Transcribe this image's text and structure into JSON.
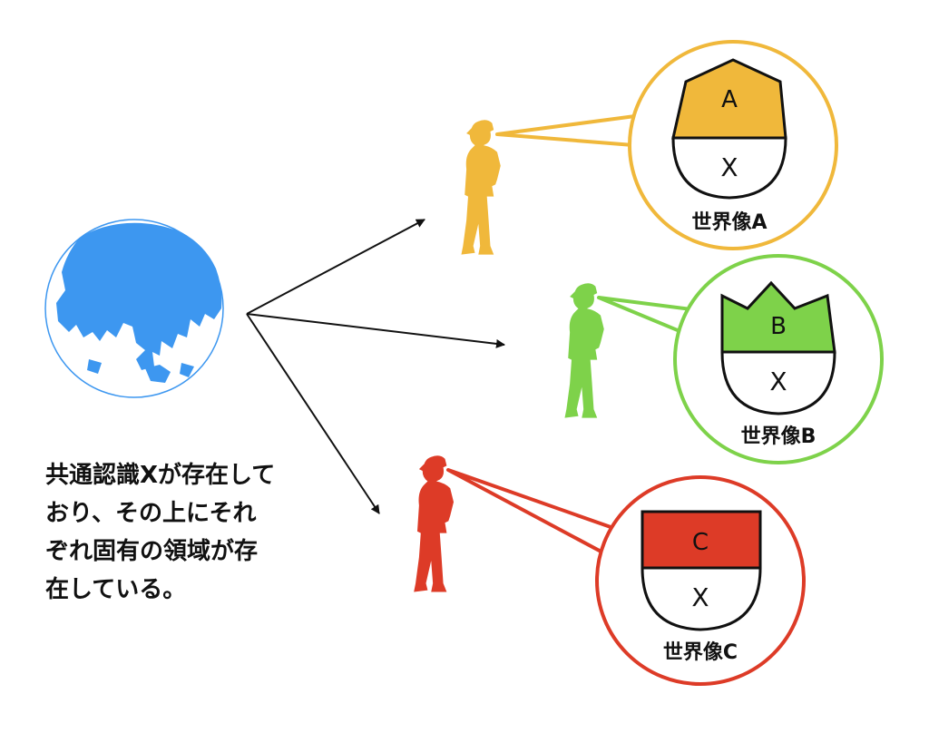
{
  "description": [
    "共通認識Xが存在して",
    "おり、その上にそれ",
    "ぞれ固有の領域が存",
    "在している。"
  ],
  "shared": {
    "label": "X"
  },
  "worlds": [
    {
      "label": "A",
      "caption": "世界像A",
      "color": "#f0b83b",
      "shape": "house"
    },
    {
      "label": "B",
      "caption": "世界像B",
      "color": "#7ed24a",
      "shape": "crown"
    },
    {
      "label": "C",
      "caption": "世界像C",
      "color": "#dd3b27",
      "shape": "box"
    }
  ],
  "colors": {
    "earth": "#3d97f0",
    "arrow": "#111111",
    "outline": "#111111"
  }
}
